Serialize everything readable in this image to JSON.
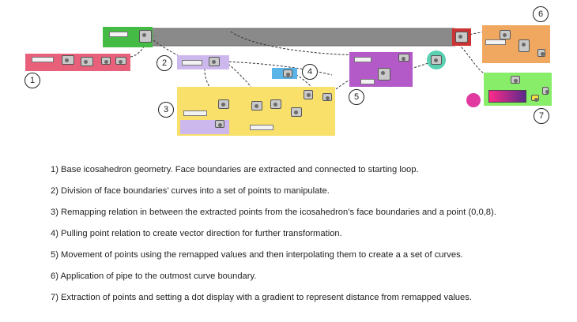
{
  "markers": [
    "1",
    "2",
    "3",
    "4",
    "5",
    "6",
    "7"
  ],
  "notes": [
    "1) Base icosahedron geometry. Face boundaries are extracted and connected to starting loop.",
    "2) Division of face boundaries’ curves into a set of points to manipulate.",
    "3) Remapping relation in between the extracted points from the icosahedron’s face boundaries and a point (0,0,8).",
    "4) Pulling point relation to create vector direction for further transformation.",
    "5) Movement of points using the remapped values and then interpolating them to create a a set of curves.",
    "6) Application of pipe to the outmost curve boundary.",
    "7) Extraction of points and setting a dot display with a gradient to represent distance from remapped values."
  ],
  "colors": {
    "group1": "#e8607a",
    "group2": "#cdb8ee",
    "group3": "#f8e06a",
    "group4": "#5ab4e8",
    "group5": "#b45ac8",
    "group6": "#f0a860",
    "group7": "#88ee6a",
    "loop_start": "#44bb44",
    "loop_band": "#888888",
    "loop_end": "#cc3333",
    "gradient_start": "#ff2a8a",
    "gradient_end": "#5a2a8a"
  }
}
